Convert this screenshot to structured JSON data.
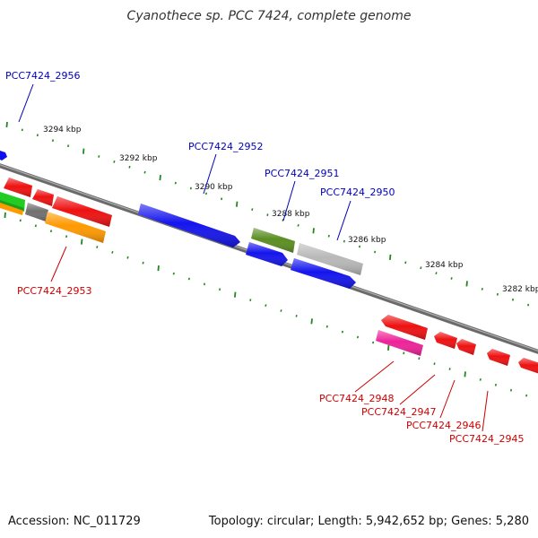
{
  "title": "Cyanothece sp. PCC 7424, complete genome",
  "footer": {
    "accession": "Accession: NC_011729",
    "summary": "Topology: circular; Length: 5,942,652 bp; Genes: 5,280"
  },
  "ruler_labels": [
    "3294 kbp",
    "3292 kbp",
    "3290 kbp",
    "3288 kbp",
    "3286 kbp",
    "3284 kbp",
    "3282 kbp"
  ],
  "colors": {
    "forward_label": "#0000bb",
    "reverse_label": "#cc0000",
    "backbone": "#777777",
    "tick": "#228822"
  },
  "gene_labels": {
    "forward": [
      "PCC7424_2956",
      "PCC7424_2952",
      "PCC7424_2951",
      "PCC7424_2950"
    ],
    "reverse": [
      "PCC7424_2953",
      "PCC7424_2948",
      "PCC7424_2947",
      "PCC7424_2946",
      "PCC7424_2945"
    ]
  }
}
